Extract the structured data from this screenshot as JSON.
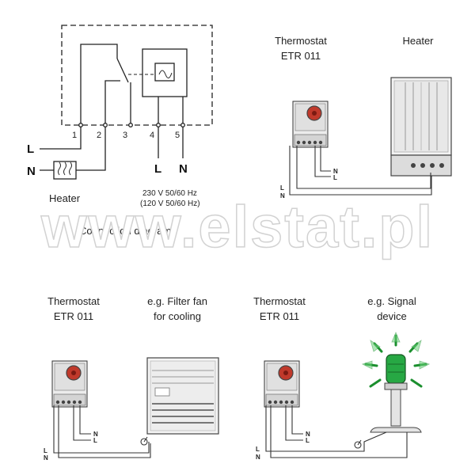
{
  "watermark": "www.elstat.pl",
  "schematic": {
    "terminals": [
      "1",
      "2",
      "3",
      "4",
      "5"
    ],
    "line_labels": {
      "L_left": "L",
      "N_left": "N",
      "L_bottom": "L",
      "N_bottom": "N"
    },
    "heater_label": "Heater",
    "voltage_line1": "230 V 50/60 Hz",
    "voltage_line2": "(120 V 50/60 Hz)",
    "caption": "Connection diagram"
  },
  "panel_heater": {
    "thermostat_line1": "Thermostat",
    "thermostat_line2": "ETR 011",
    "device_label": "Heater",
    "wire_labels": [
      "L",
      "N",
      "N",
      "L"
    ]
  },
  "panel_fan": {
    "thermostat_line1": "Thermostat",
    "thermostat_line2": "ETR 011",
    "device_line1": "e.g. Filter fan",
    "device_line2": "for cooling",
    "wire_labels": [
      "L",
      "N",
      "N",
      "L"
    ]
  },
  "panel_signal": {
    "thermostat_line1": "Thermostat",
    "thermostat_line2": "ETR 011",
    "device_line1": "e.g. Signal",
    "device_line2": "device",
    "wire_labels": [
      "L",
      "N",
      "N",
      "L"
    ]
  }
}
